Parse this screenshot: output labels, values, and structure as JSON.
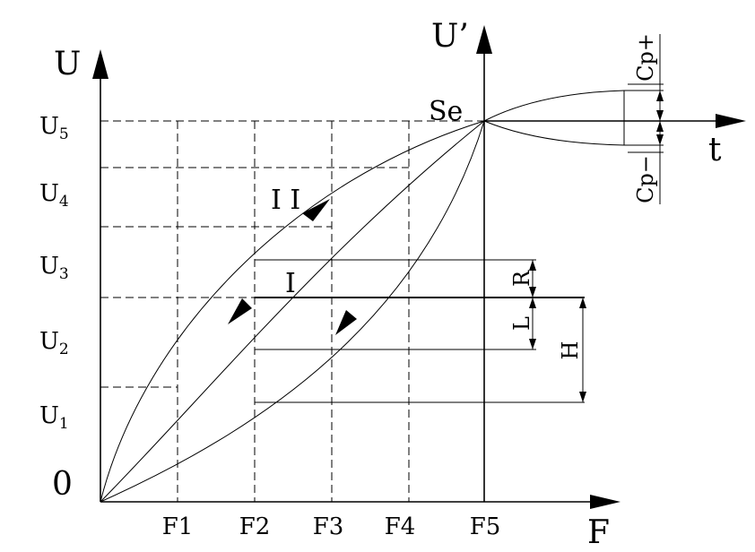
{
  "axes": {
    "y_label": "U",
    "x_label": "F",
    "derivative_y_label": "U’",
    "time_label": "t",
    "origin_label": "0"
  },
  "y_ticks": [
    {
      "base": "U",
      "sub": "1"
    },
    {
      "base": "U",
      "sub": "2"
    },
    {
      "base": "U",
      "sub": "3"
    },
    {
      "base": "U",
      "sub": "4"
    },
    {
      "base": "U",
      "sub": "5"
    }
  ],
  "x_ticks": [
    "F1",
    "F2",
    "F3",
    "F4",
    "F5"
  ],
  "point_label": "Se",
  "curve_labels": {
    "upper": "I I",
    "middle": "I"
  },
  "dimensions": {
    "r": "R",
    "l": "L",
    "h": "H",
    "cp_plus": "Cp+",
    "cp_minus": "Cp−"
  }
}
